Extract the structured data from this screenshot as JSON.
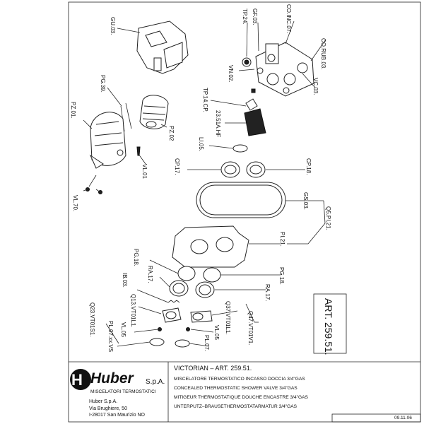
{
  "callouts": {
    "gu": "GU.03.",
    "coinc": "CO.INC.07.",
    "gf": "GF.03.",
    "tp24": "TP.24.",
    "corub": "CO.RUB.03.",
    "vn": "VN.02.",
    "vc": "VC.03.",
    "tp14": "TP.14.CP.",
    "a235": "23.51A.HF",
    "li": "LI.05.",
    "pg39": "PG.39.",
    "pz01": "PZ.01.",
    "pz02": "PZ.02",
    "vl01": "VL.01",
    "vl70": "VL.70.",
    "cp17": "CP.17.",
    "cp18": "CP.18.",
    "gs": "GS.03.",
    "q5": "Q5.PI.21.",
    "pi": "PI.21.",
    "pg18a": "PG.18.",
    "ra17a": "RA.17.",
    "ib": "IB.03.",
    "pg18b": "PG.18.",
    "ra17b": "RA.17.",
    "q13": "Q13.VT01L1.",
    "q23": "Q23.VT01S1.",
    "vl05a": "VL.05",
    "plxx": "PL.07.xx.VS",
    "q37": "Q37.VT01L1.",
    "q47": "Q47.VT01V1.",
    "vl05b": "VL.05",
    "pl07": "PL.07."
  },
  "art_box": "ART. 259.51.",
  "brand": {
    "name": "Huber",
    "suffix": "S.p.A.",
    "tagline": "MISCELATORI TERMOSTATICI",
    "company": "Huber S.p.A.",
    "street": "Via Brughiere, 50",
    "city": "I-28017 San Maurizio NO"
  },
  "title_block": {
    "product": "VICTORIAN  –  ART. 259.51.",
    "lines": [
      "MISCELATORE TERMOSTATICO INCASSO DOCCIA 3/4\"GAS",
      "CONCEALED THERMOSTATIC SHOWER VALVE 3/4\"GAS",
      "MITIGEUR THERMOSTATIQUE DOUCHE ENCASTRE 3/4\"GAS",
      "UNTERPUTZ–BRAUSETHERMOSTATARMATUR 3/4\"GAS"
    ],
    "date": "09.11.06"
  }
}
